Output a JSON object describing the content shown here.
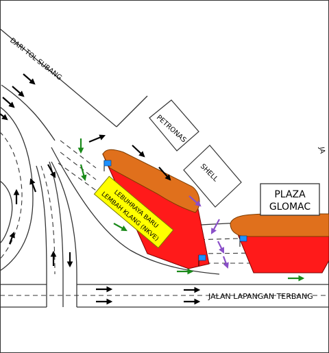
{
  "labels": {
    "dari_tol_subang": "DARI TOL SUBANG",
    "petronas": "PETRONAS",
    "shell": "SHELL",
    "plaza_glomac": [
      "PLAZA",
      "GLOMAC"
    ],
    "lebuhraya": [
      "LEBUHRAYA BARU",
      "LEMBAH KLANG (NKVE)"
    ],
    "jalan_lapangan": "JALAN LAPANGAN TERBANG",
    "jalan_cut": "JA"
  },
  "colors": {
    "road_line": "#333333",
    "block_red": "#ff1a1a",
    "block_orange": "#e0701c",
    "sign_yellow": "#ffff00",
    "arrow_black": "#000000",
    "arrow_green": "#1a8a1a",
    "arrow_purple": "#8a4fc8",
    "flag_blue": "#1e90ff"
  },
  "icons": {
    "traffic_arrow": "arrow-icon",
    "flag": "flag-icon"
  }
}
